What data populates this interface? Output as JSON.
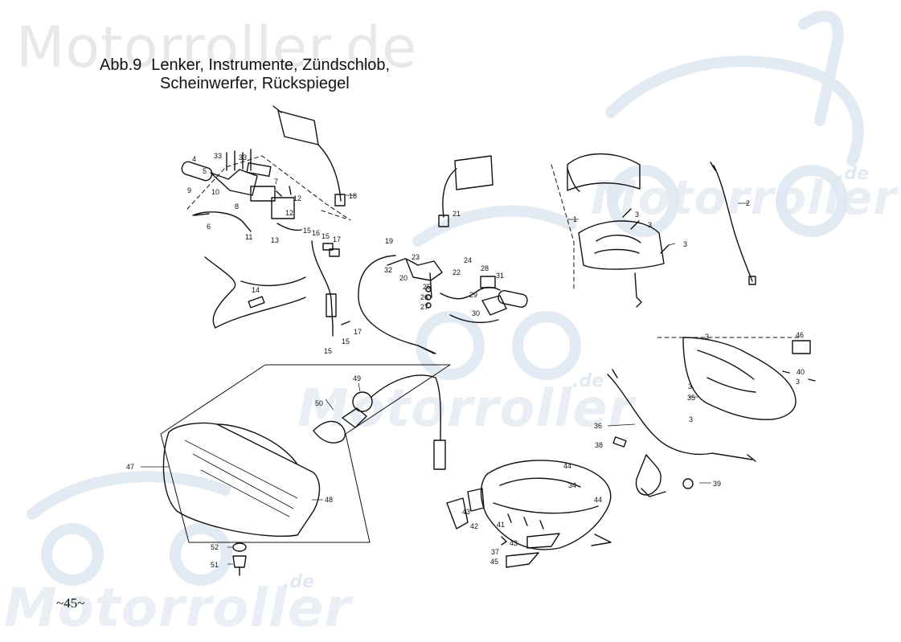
{
  "watermark": {
    "brand": "Motorroller.de",
    "brand_word": "Motorroller",
    "brand_tld": ".de"
  },
  "title": {
    "figure": "Abb.9",
    "line1": "Lenker, Instrumente, Zündschlob,",
    "line2": "Scheinwerfer, Rückspiegel"
  },
  "page_number": "~45~",
  "part_labels": [
    "1",
    "2",
    "3",
    "4",
    "5",
    "6",
    "7",
    "8",
    "9",
    "10",
    "11",
    "12",
    "13",
    "14",
    "15",
    "16",
    "17",
    "18",
    "19",
    "20",
    "21",
    "22",
    "23",
    "24",
    "25",
    "26",
    "27",
    "28",
    "29",
    "30",
    "31",
    "32",
    "33",
    "34",
    "35",
    "36",
    "37",
    "38",
    "39",
    "40",
    "41",
    "42",
    "43",
    "44",
    "45",
    "46",
    "47",
    "48",
    "49",
    "50",
    "51",
    "52"
  ],
  "colors": {
    "ink": "#111111",
    "watermark_gray": "#e3e3e3",
    "watermark_blue": "#dfe8f2"
  }
}
